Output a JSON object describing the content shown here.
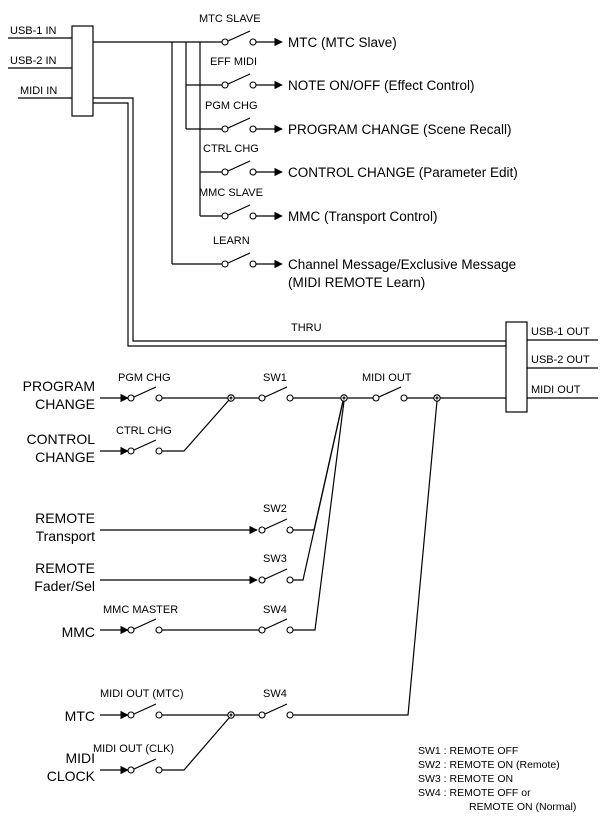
{
  "inputs": {
    "ports": [
      "USB-1 IN",
      "USB-2 IN",
      "MIDI IN"
    ],
    "switches": [
      "MTC SLAVE",
      "EFF MIDI",
      "PGM CHG",
      "CTRL CHG",
      "MMC SLAVE",
      "LEARN"
    ],
    "destinations": [
      "MTC (MTC Slave)",
      "NOTE ON/OFF (Effect Control)",
      "PROGRAM CHANGE (Scene Recall)",
      "CONTROL CHANGE (Parameter Edit)",
      "MMC (Transport Control)",
      "Channel Message/Exclusive Message",
      "(MIDI REMOTE Learn)"
    ],
    "thru_label": "THRU"
  },
  "outputs": {
    "ports": [
      "USB-1 OUT",
      "USB-2 OUT",
      "MIDI OUT"
    ]
  },
  "sources": {
    "program_change": [
      "PROGRAM",
      "CHANGE"
    ],
    "control_change": [
      "CONTROL",
      "CHANGE"
    ],
    "remote_transport": [
      "REMOTE",
      "Transport"
    ],
    "remote_fader": [
      "REMOTE",
      "Fader/Sel"
    ],
    "mmc": "MMC",
    "mtc": "MTC",
    "midi_clock": [
      "MIDI",
      "CLOCK"
    ]
  },
  "switch_labels": {
    "pgm_chg": "PGM CHG",
    "ctrl_chg": "CTRL CHG",
    "sw1": "SW1",
    "midi_out": "MIDI OUT",
    "sw2": "SW2",
    "sw3": "SW3",
    "mmc_master": "MMC MASTER",
    "sw4_mmc": "SW4",
    "midi_out_mtc": "MIDI OUT (MTC)",
    "sw4_mtc": "SW4",
    "midi_out_clk": "MIDI OUT (CLK)"
  },
  "legend": [
    "SW1 : REMOTE OFF",
    "SW2 : REMOTE ON (Remote)",
    "SW3 : REMOTE ON",
    "SW4 : REMOTE OFF or",
    "REMOTE ON (Normal)"
  ]
}
